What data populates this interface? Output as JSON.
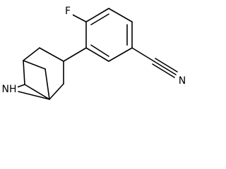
{
  "molecule": {
    "atom_labels": {
      "fluorine": "F",
      "bridge_amine": "NH",
      "nitrile_nitrogen": "N"
    }
  },
  "colors": {
    "bond": "#000000",
    "background": "#ffffff"
  }
}
